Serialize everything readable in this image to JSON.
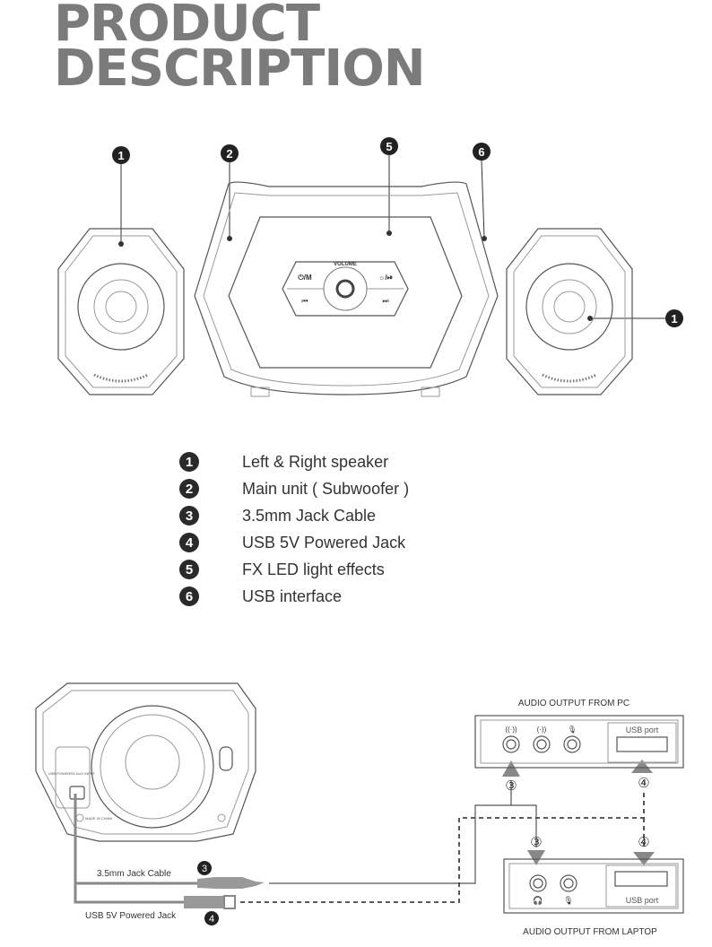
{
  "title": {
    "line1": "PRODUCT",
    "line2": "DESCRIPTION"
  },
  "callouts": [
    "1",
    "2",
    "5",
    "6",
    "1"
  ],
  "control_panel": {
    "volume": "VOLUME",
    "power_mode": "⏻/M",
    "light_play": "☼/⏯",
    "prev": "⏮",
    "next": "⏭"
  },
  "legend": [
    {
      "num": "1",
      "label": "Left & Right speaker"
    },
    {
      "num": "2",
      "label": "Main unit ( Subwoofer )"
    },
    {
      "num": "3",
      "label": "3.5mm Jack Cable"
    },
    {
      "num": "4",
      "label": "USB 5V Powered Jack"
    },
    {
      "num": "5",
      "label": "FX LED light effects"
    },
    {
      "num": "6",
      "label": "USB interface"
    }
  ],
  "connection": {
    "aux_label": "USB POWERED AUX INPUT",
    "made_in": "MADE IN CHINA",
    "jack_cable": "3.5mm Jack Cable",
    "usb_jack": "USB 5V Powered Jack",
    "num3": "3",
    "num4": "4",
    "pc_title": "AUDIO OUTPUT FROM PC",
    "laptop_title": "AUDIO OUTPUT FROM LAPTOP",
    "usb_port": "USB port",
    "circ3": "③",
    "circ4": "④"
  }
}
